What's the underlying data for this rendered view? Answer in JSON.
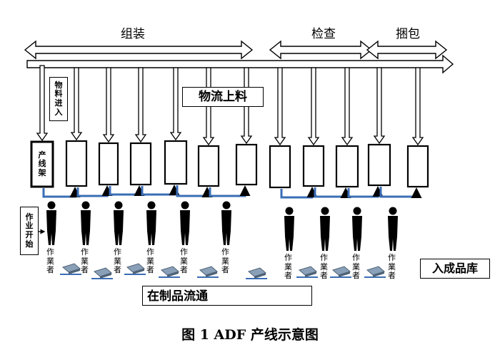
{
  "phases": [
    {
      "label": "组装"
    },
    {
      "label": "检查"
    },
    {
      "label": "捆包"
    }
  ],
  "labels": {
    "material_flow": "物流上料",
    "material_in": "物料进入",
    "rack": "产线架",
    "work_start": "作业开始",
    "worker": "作業者",
    "wip_flow": "在制品流通",
    "to_warehouse": "入成品库"
  },
  "caption": "图 1   ADF 产线示意图",
  "colors": {
    "line": "#000000",
    "connector": "#3a6db5",
    "tray": "#8aa0b8",
    "tray_dark": "#4f6276"
  }
}
